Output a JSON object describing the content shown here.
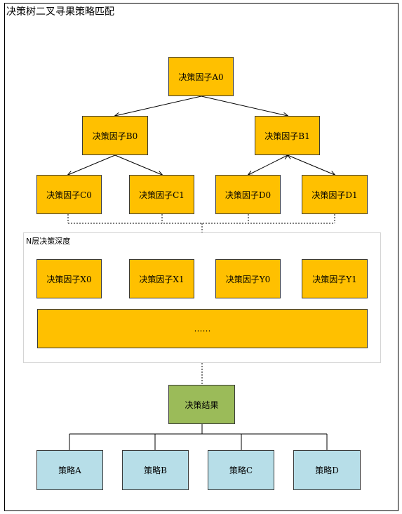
{
  "title": "决策树二叉寻果策略匹配",
  "root": "决策因子A0",
  "level1": [
    "决策因子B0",
    "决策因子B1"
  ],
  "level2": [
    "决策因子C0",
    "决策因子C1",
    "决策因子D0",
    "决策因子D1"
  ],
  "depth_section": {
    "label": "N层决策深度",
    "nodes": [
      "决策因子X0",
      "决策因子X1",
      "决策因子Y0",
      "决策因子Y1"
    ],
    "ellipsis": "……"
  },
  "result": "决策结果",
  "strategies": [
    "策略A",
    "策略B",
    "策略C",
    "策略D"
  ],
  "colors": {
    "factor": "#FFC000",
    "result": "#9BBB59",
    "strategy": "#B7DEE8",
    "border": "#3a3a3a"
  }
}
